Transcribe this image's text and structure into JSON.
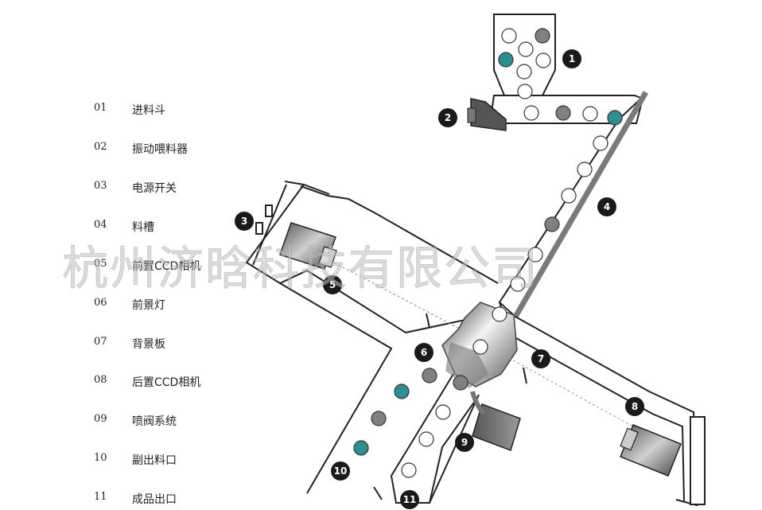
{
  "legend": [
    {
      "num": "01",
      "label": "进料斗"
    },
    {
      "num": "02",
      "label": "振动喂料器"
    },
    {
      "num": "03",
      "label": "电源开关"
    },
    {
      "num": "04",
      "label": "料槽"
    },
    {
      "num": "05",
      "label": "前置CCD相机"
    },
    {
      "num": "06",
      "label": "前景灯"
    },
    {
      "num": "07",
      "label": "背景板"
    },
    {
      "num": "08",
      "label": "后置CCD相机"
    },
    {
      "num": "09",
      "label": "喷阀系统"
    },
    {
      "num": "10",
      "label": "副出料口"
    },
    {
      "num": "11",
      "label": "成品出口"
    }
  ],
  "callouts": [
    "1",
    "2",
    "3",
    "4",
    "5",
    "6",
    "7",
    "8",
    "9",
    "10",
    "11"
  ],
  "watermark": "杭州济晗科技有限公司",
  "colors": {
    "teal": "#2e8f93",
    "gray": "#808080",
    "outline": "#222222",
    "badge": "#1a1a1a"
  }
}
